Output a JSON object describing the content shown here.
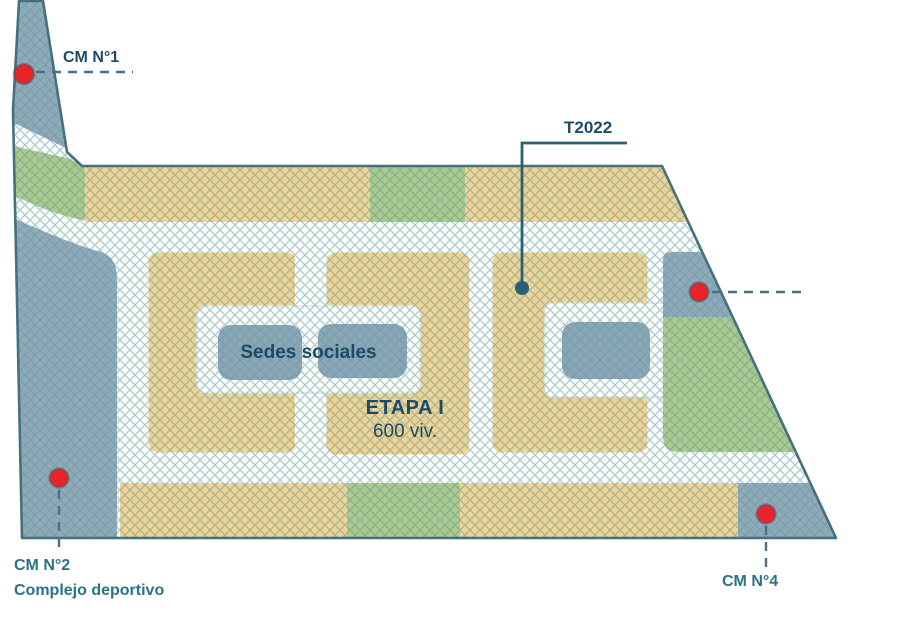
{
  "palette": {
    "site_outline": "#47707F",
    "block_orange": "#F2D394",
    "block_green": "#ADCA8C",
    "zone_blue": "#91A9BA",
    "building_blue": "#8CA4B8",
    "road_white": "#FFFFFF",
    "hatch_teal": "#5F9D97",
    "marker_red": "#E8232A",
    "marker_ring": "#4A5A66",
    "leader_dash": "#4E6E85",
    "leader_teal": "#2A6073",
    "label_navy": "#1D4A66",
    "label_teal": "#2B7187"
  },
  "annotations": {
    "cm1": {
      "label": "CM N°1"
    },
    "t2022": {
      "label": "T2022"
    },
    "cm2": {
      "label": "CM N°2",
      "sublabel": "Complejo deportivo"
    },
    "cm4": {
      "label": "CM N°4"
    }
  },
  "map": {
    "sedes_label": "Sedes sociales",
    "etapa_label": "ETAPA I",
    "viviendas_label": "600 viv."
  }
}
